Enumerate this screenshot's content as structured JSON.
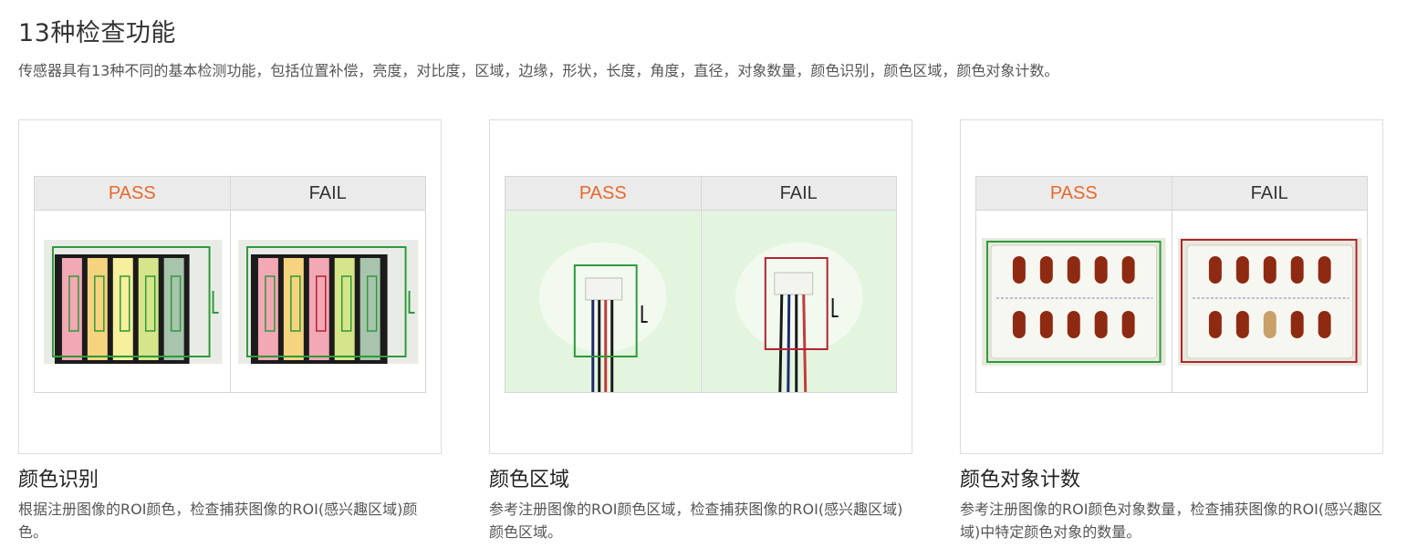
{
  "header": {
    "title": "13种检查功能",
    "subtitle": "传感器具有13种不同的基本检测功能，包括位置补偿，亮度，对比度，区域，边缘，形状，长度，角度，直径，对象数量，颜色识别，颜色区域，颜色对象计数。"
  },
  "cards": [
    {
      "pass_label": "PASS",
      "fail_label": "FAIL",
      "title": "颜色识别",
      "description": "根据注册图像的ROI颜色，检查捕获图像的ROI(感兴趣区域)颜色。"
    },
    {
      "pass_label": "PASS",
      "fail_label": "FAIL",
      "title": "颜色区域",
      "description": "参考注册图像的ROI颜色区域，检查捕获图像的ROI(感兴趣区域)颜色区域。"
    },
    {
      "pass_label": "PASS",
      "fail_label": "FAIL",
      "title": "颜色对象计数",
      "description": "参考注册图像的ROI颜色对象数量，检查捕获图像的ROI(感兴趣区域)中特定颜色对象的数量。"
    }
  ],
  "colors": {
    "pass_text": "#e8692a",
    "pass_box": "#2e9a3a",
    "fail_box": "#b3232e"
  }
}
